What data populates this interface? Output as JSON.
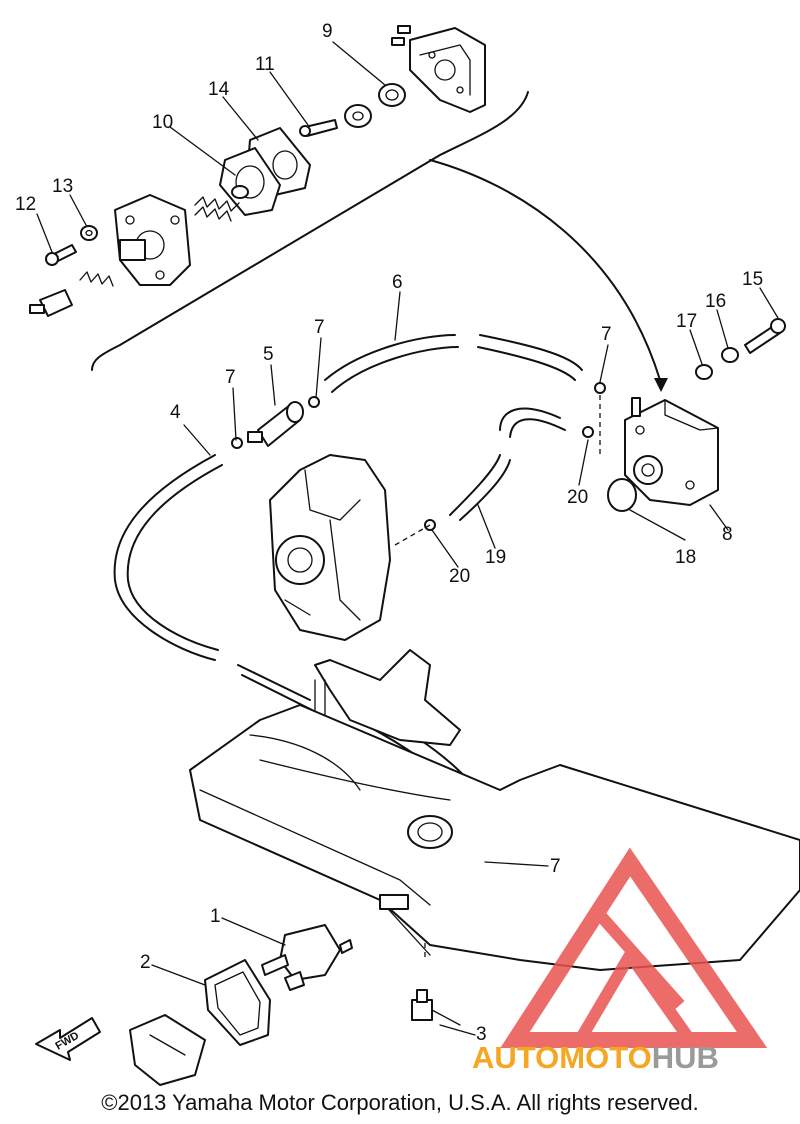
{
  "diagram": {
    "callouts": [
      "1",
      "2",
      "3",
      "4",
      "5",
      "6",
      "7",
      "7",
      "7",
      "7",
      "8",
      "9",
      "10",
      "11",
      "12",
      "13",
      "14",
      "15",
      "16",
      "17",
      "18",
      "19",
      "20",
      "20"
    ],
    "fwd_marker": "FWD"
  },
  "watermark": {
    "part1": "AUTO",
    "part2": "MOTO",
    "part3": "HUB",
    "colors": {
      "auto": "#f5a623",
      "moto": "#f5a623",
      "hub": "#9a9a9a",
      "triangle": "#e8534f"
    }
  },
  "footer": {
    "copyright": "©2013 Yamaha Motor Corporation, U.S.A. All rights reserved."
  }
}
